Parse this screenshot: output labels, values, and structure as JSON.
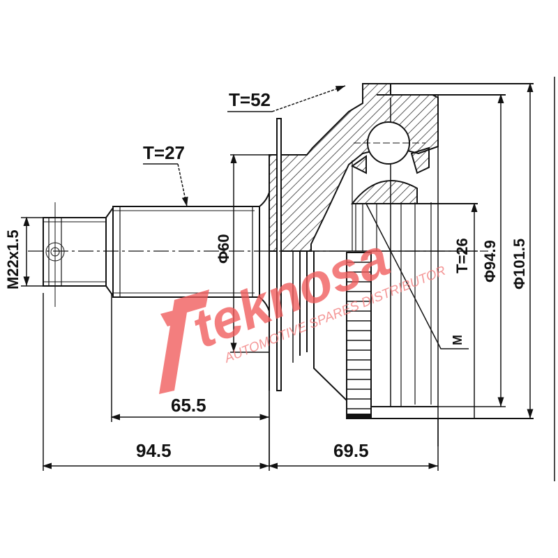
{
  "drawing": {
    "title": "CV joint outer technical drawing",
    "colors": {
      "line": "#111111",
      "background": "#ffffff",
      "watermark": "#f05a5a"
    },
    "labels": {
      "spline_outer": "T=52",
      "spline_shaft": "T=27",
      "spline_inner": "T=26",
      "thread": "M22x1.5",
      "shaft_diameter": "Φ60",
      "seal_diameter": "Φ94.9",
      "outer_diameter": "Φ101.5",
      "abs_ring_note": "M",
      "shaft_length": "65.5",
      "total_left_length": "94.5",
      "bell_length": "69.5"
    }
  },
  "watermark": {
    "brand": "teknosa",
    "tagline": "AUTOMOTIVE SPARES DISTRIBUTOR"
  }
}
